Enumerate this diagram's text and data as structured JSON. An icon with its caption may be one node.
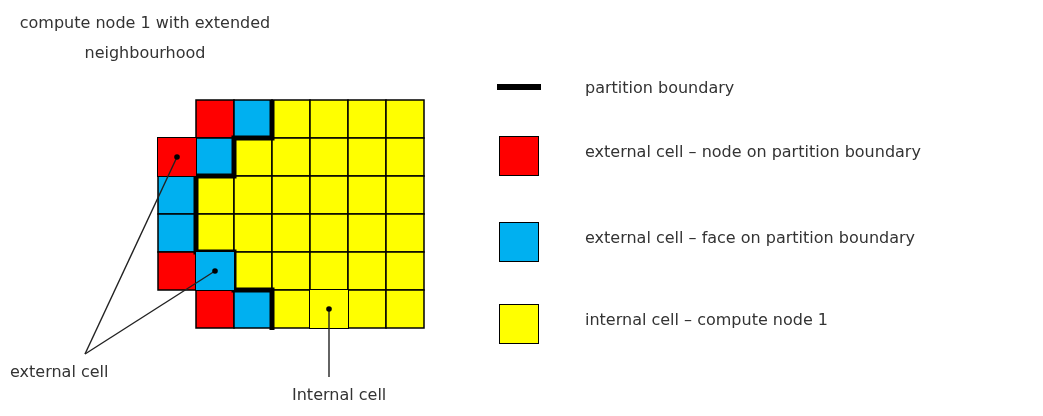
{
  "diagram": {
    "title": "compute node 1 with extended neighbourhood",
    "nodes": [
      {
        "text": [],
        "shape": "box"
      },
      {
        "text": [],
        "shape": "box"
      },
      {
        "text": [],
        "shape": "box"
      },
      {
        "text": [
          "external cell"
        ]
      },
      {
        "text": [
          "Internal cell"
        ]
      }
    ],
    "edges": [
      {
        "from": 3,
        "to": 0,
        "arrow": "other"
      },
      {
        "from": 3,
        "to": 1,
        "arrow": "other"
      },
      {
        "from": 4,
        "to": 2,
        "arrow": "other"
      }
    ],
    "legend": [
      {
        "text": "partition boundary"
      },
      {
        "text": "external cell – node on partition boundary",
        "color": "#ff0000"
      },
      {
        "text": "external cell – face on partition boundary",
        "color": "#00b0f0"
      },
      {
        "text": "internal cell – compute  node 1",
        "color": "#ffff00"
      }
    ]
  }
}
